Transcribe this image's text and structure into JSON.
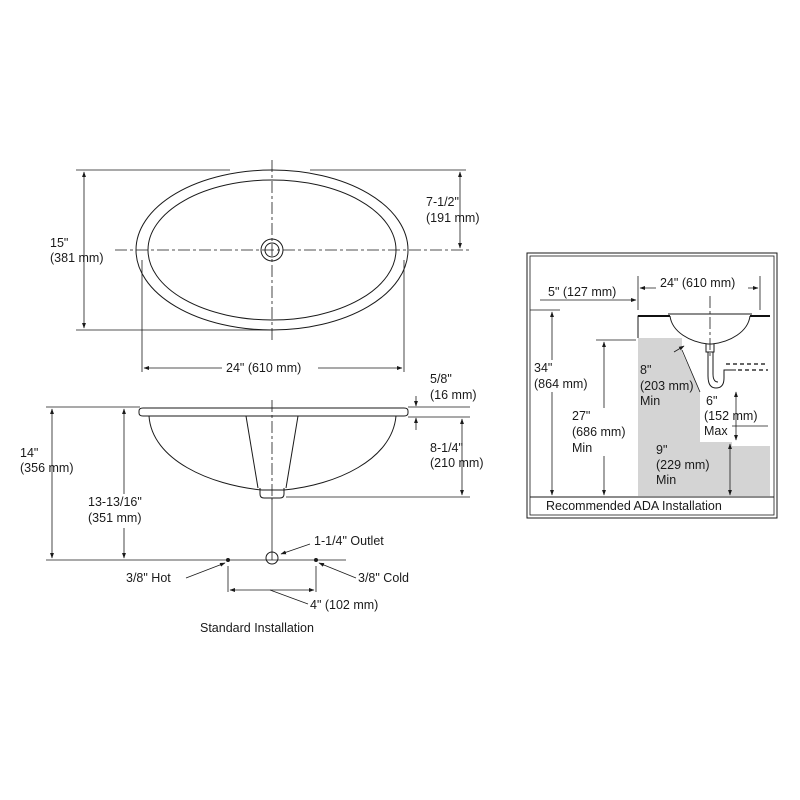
{
  "top_view": {
    "height_in": "15\"",
    "height_mm": "(381 mm)",
    "half_height_in": "7-1/2\"",
    "half_height_mm": "(191 mm)",
    "width": "24\" (610 mm)"
  },
  "side_view": {
    "rim_in": "5/8\"",
    "rim_mm": "(16 mm)",
    "depth_in": "8-1/4\"",
    "depth_mm": "(210 mm)",
    "overall_in": "14\"",
    "overall_mm": "(356 mm)",
    "outlet_height_in": "13-13/16\"",
    "outlet_height_mm": "(351 mm)",
    "outlet": "1-1/4\" Outlet",
    "hot": "3/8\" Hot",
    "cold": "3/8\" Cold",
    "spacing": "4\" (102 mm)",
    "caption": "Standard Installation"
  },
  "ada_view": {
    "width": "24\" (610 mm)",
    "setback": "5\" (127 mm)",
    "counter_in": "34\"",
    "counter_mm": "(864 mm)",
    "knee_in": "27\"",
    "knee_mm": "(686 mm)",
    "knee_min": "Min",
    "depth8_in": "8\"",
    "depth8_mm": "(203 mm)",
    "depth8_min": "Min",
    "pipe_in": "6\"",
    "pipe_mm": "(152 mm)",
    "pipe_max": "Max",
    "toe_in": "9\"",
    "toe_mm": "(229 mm)",
    "toe_min": "Min",
    "caption": "Recommended ADA Installation"
  }
}
